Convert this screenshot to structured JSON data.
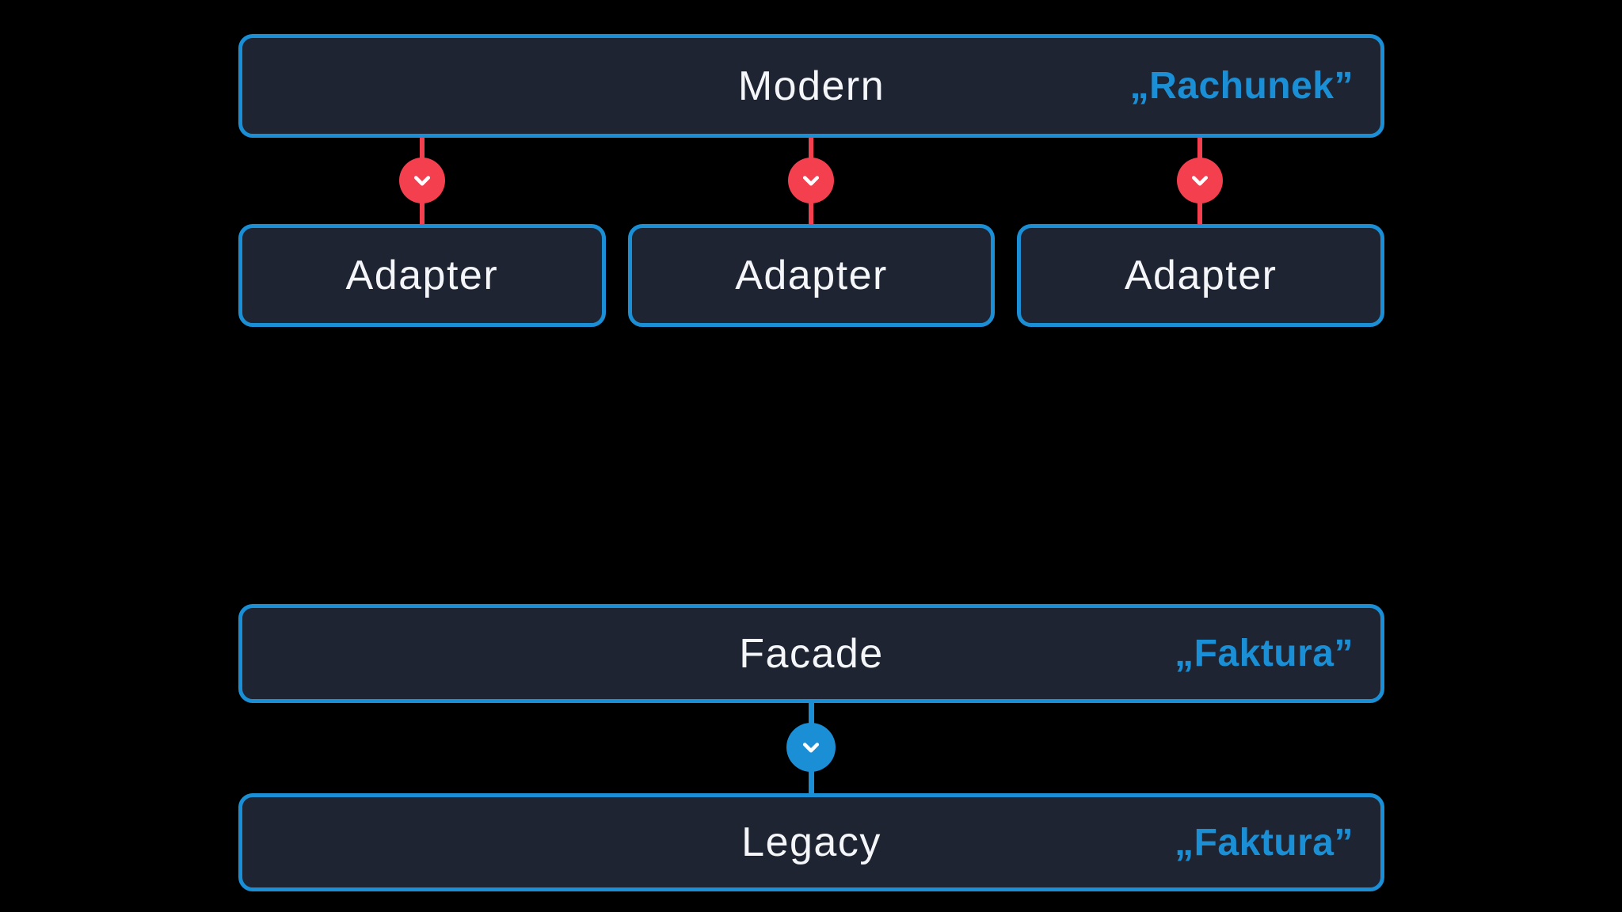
{
  "diagram": {
    "modern_box": {
      "title": "Modern",
      "tag": "„Rachunek”"
    },
    "adapter_boxes": [
      {
        "title": "Adapter"
      },
      {
        "title": "Adapter"
      },
      {
        "title": "Adapter"
      }
    ],
    "facade_box": {
      "title": "Facade",
      "tag": "„Faktura”"
    },
    "legacy_box": {
      "title": "Legacy",
      "tag": "„Faktura”"
    }
  },
  "icons": {
    "red_connector_icon": "chevron-down",
    "blue_connector_icon": "chevron-down"
  },
  "colors": {
    "background": "#000000",
    "box_fill": "#1e2431",
    "accent_blue": "#1b8fd6",
    "connector_red": "#f43f4e",
    "text_white": "#f4f6f9"
  }
}
